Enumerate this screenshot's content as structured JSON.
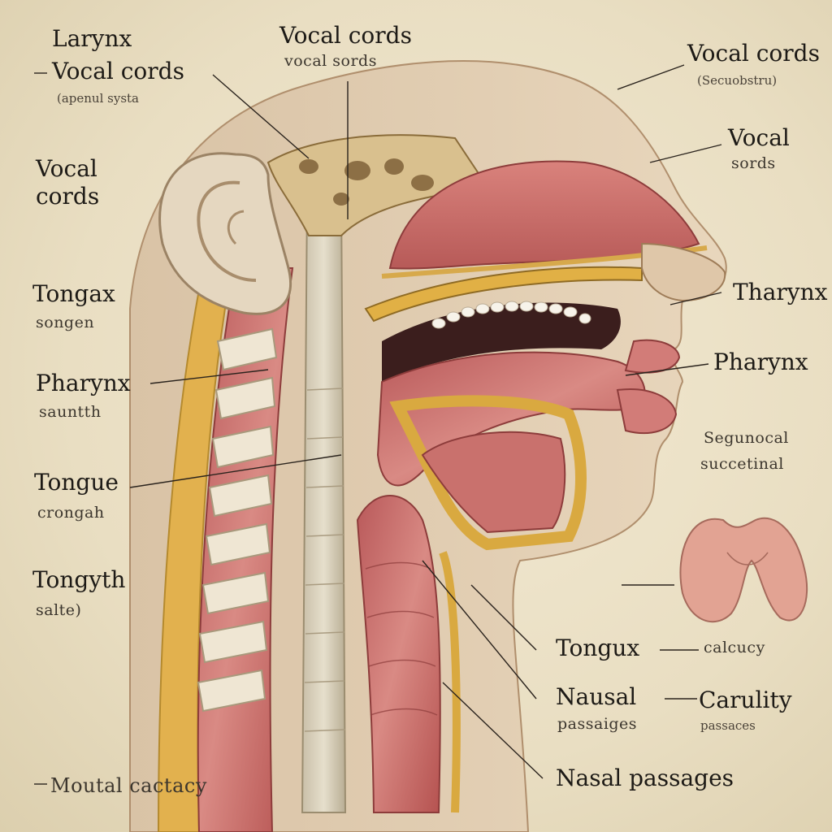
{
  "labels": {
    "larynx_top": "Larynx",
    "vocal_cords_left": "Vocal cords",
    "vocal_cords_left_sub": "(apenul systa",
    "vocal_cords_mid": "Vocal cords",
    "vocal_cords_mid_sub": "vocal sords",
    "vocal_cords_right": "Vocal cords",
    "vocal_cords_right_sub": "(Secuobstru)",
    "vocal_right_mid": "Vocal",
    "vocal_right_mid_sub": "sords",
    "vocal_left_big_1": "Vocal",
    "vocal_left_big_2": "cords",
    "tongax": "Tongax",
    "tongax_sub": "songen",
    "pharynx_left": "Pharynx",
    "pharynx_left_sub": "sauntth",
    "tongue_left": "Tongue",
    "tongue_left_sub": "crongah",
    "tongyth": "Tongyth",
    "tongyth_sub": "salte)",
    "tharynx_right": "Tharynx",
    "pharynx_right": "Pharynx",
    "segunocal": "Segunocal",
    "succetinal": "succetinal",
    "tongux": "Tongux",
    "calcucy": "calcucy",
    "nausal": "Nausal",
    "nausal_sub": "passaiges",
    "carulity": "Carulity",
    "carulity_sub": "passaces",
    "nasal_passages": "Nasal passages",
    "mouth_cavity": "Moutal cactacy"
  }
}
